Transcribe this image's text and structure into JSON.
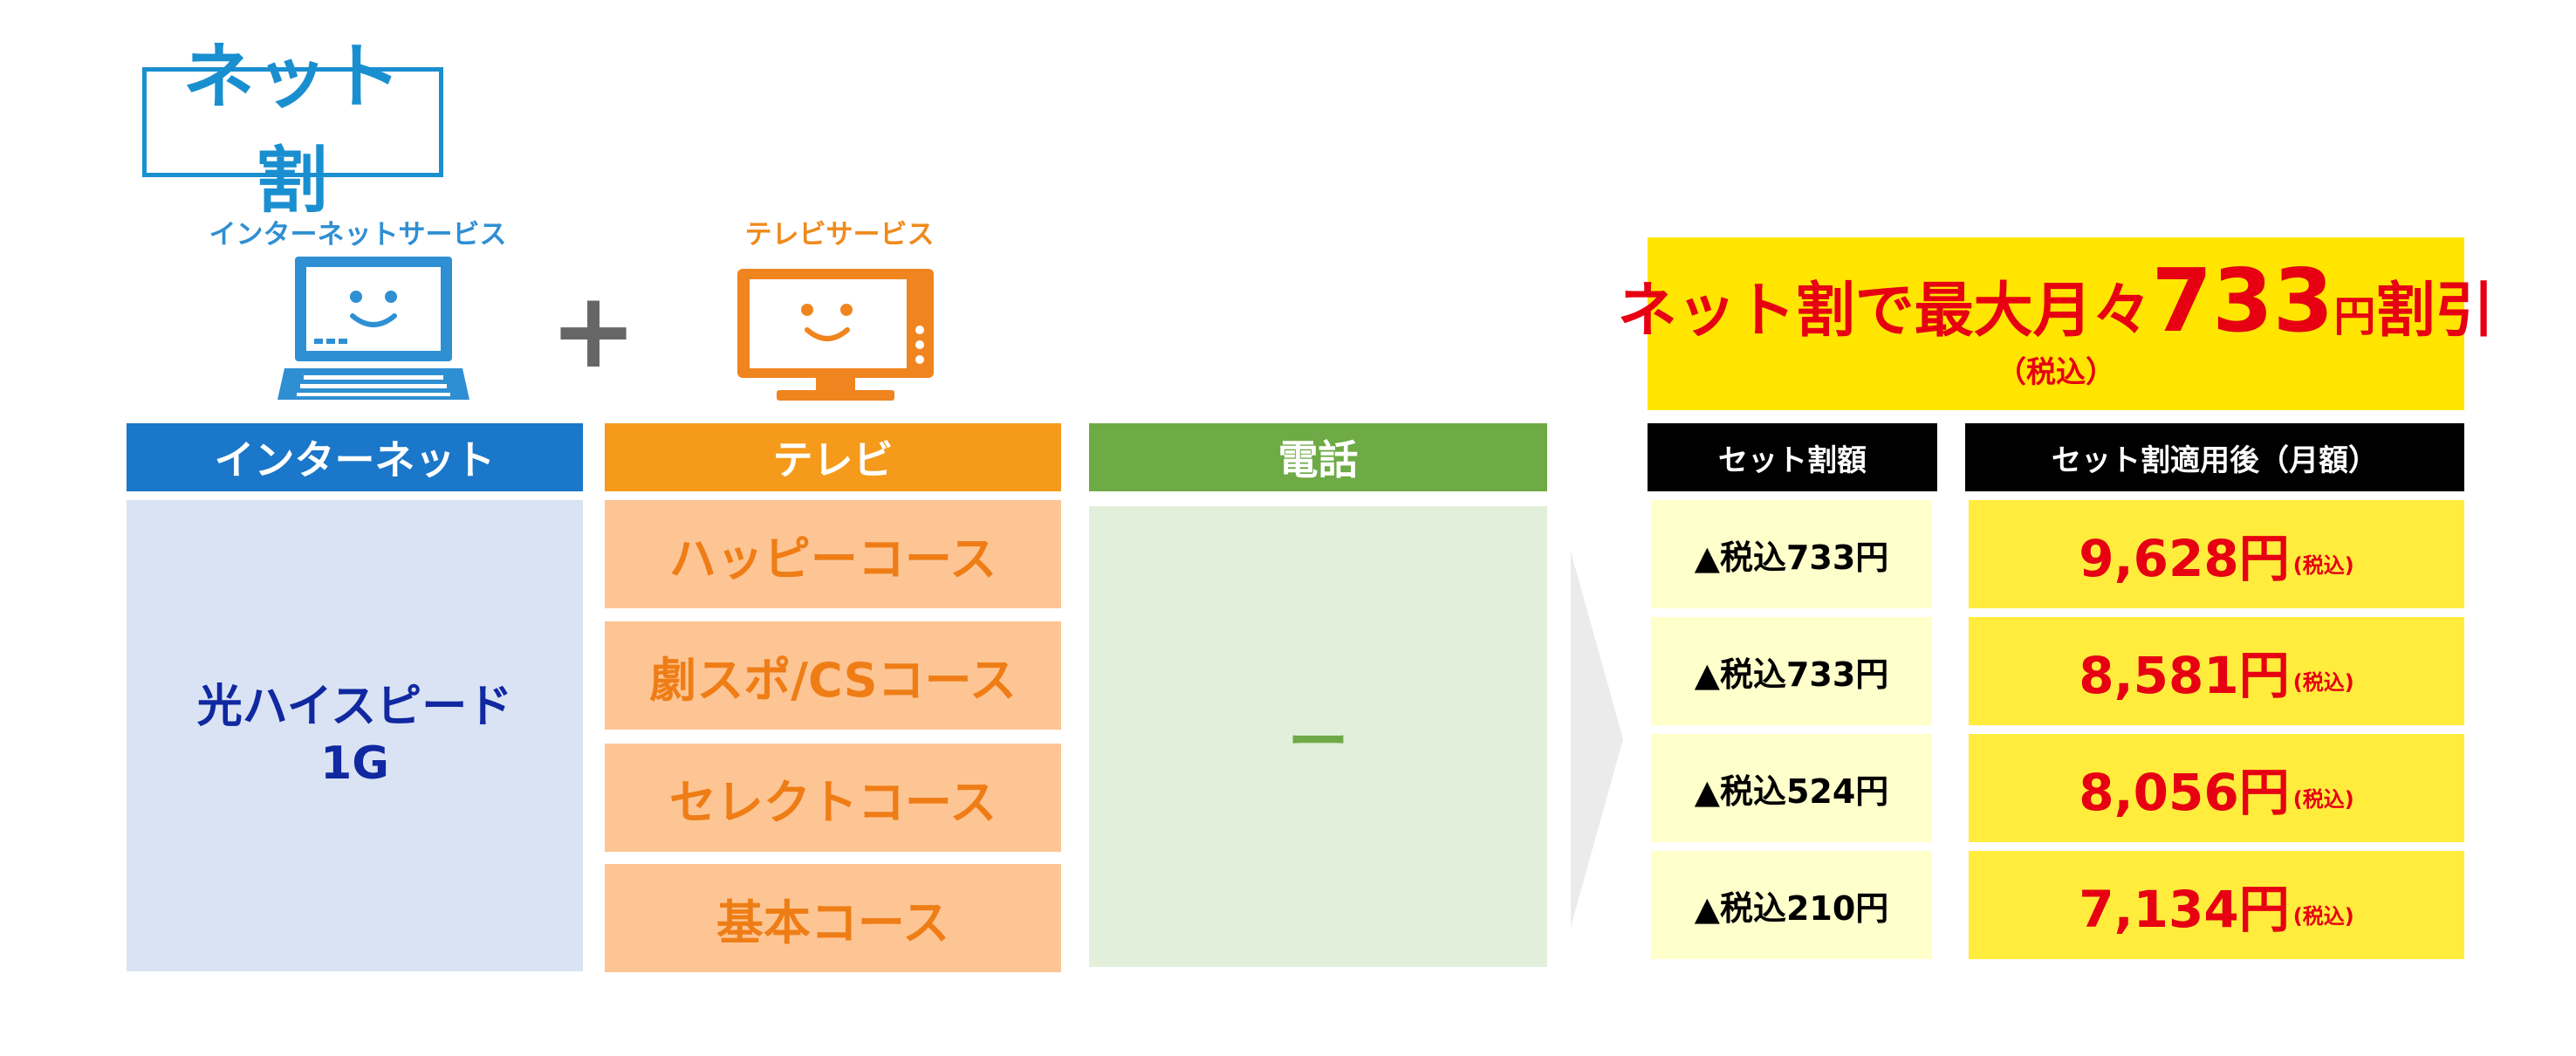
{
  "logo": {
    "text": "ネット割"
  },
  "services": {
    "net_label": "インターネットサービス",
    "tv_label": "テレビサービス",
    "plus": "+"
  },
  "headers": {
    "internet": "インターネット",
    "tv": "テレビ",
    "phone": "電話"
  },
  "internet_plan": {
    "line1": "光ハイスピード",
    "line2": "1G"
  },
  "tv_courses": [
    "ハッピーコース",
    "劇スポ/CSコース",
    "セレクトコース",
    "基本コース"
  ],
  "phone_value": "ー",
  "promo": {
    "prefix": "ネット割で最大月々",
    "amount": "733",
    "suffix_small": "円",
    "suffix": "割引",
    "sub": "（税込）"
  },
  "table": {
    "col_discount": "セット割額",
    "col_after": "セット割適用後（月額）",
    "rows": [
      {
        "discount": "▲税込733円",
        "after": "9,628円",
        "tax": "(税込)"
      },
      {
        "discount": "▲税込733円",
        "after": "8,581円",
        "tax": "(税込)"
      },
      {
        "discount": "▲税込524円",
        "after": "8,056円",
        "tax": "(税込)"
      },
      {
        "discount": "▲税込210円",
        "after": "7,134円",
        "tax": "(税込)"
      }
    ]
  },
  "colors": {
    "internet": "#1a77c9",
    "tv": "#f59a1a",
    "phone": "#6eaa45",
    "promo_bg": "#ffe500",
    "promo_text": "#e60012"
  },
  "icons": {
    "internet": "laptop-smile-icon",
    "tv": "tv-smile-icon"
  }
}
